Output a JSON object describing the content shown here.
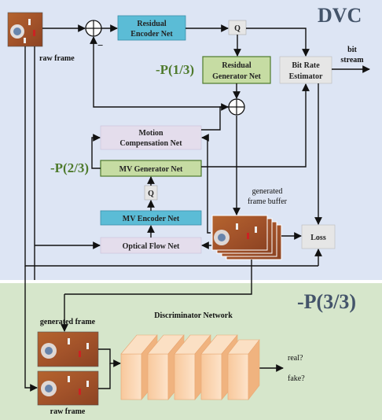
{
  "title_top": "DVC",
  "title_bottom": "-P(3/3)",
  "labels": {
    "raw_frame_top": "raw frame",
    "raw_frame_bottom": "raw frame",
    "generated_frame": "generated frame",
    "generated_frame_buffer_1": "generated",
    "generated_frame_buffer_2": "frame buffer",
    "bit_stream_1": "bit",
    "bit_stream_2": "stream",
    "minus_sign": "−",
    "real": "real?",
    "fake": "fake?",
    "discriminator_network": "Discriminator Network"
  },
  "p_labels": {
    "p1": "-P(1/3)",
    "p2": "-P(2/3)"
  },
  "boxes": {
    "residual_encoder": [
      "Residual",
      "Encoder Net"
    ],
    "residual_generator": [
      "Residual",
      "Generator Net"
    ],
    "bit_rate_estimator": [
      "Bit Rate",
      "Estimator"
    ],
    "motion_compensation": [
      "Motion",
      "Compensation Net"
    ],
    "mv_generator": [
      "MV Generator Net"
    ],
    "mv_encoder": [
      "MV Encoder Net"
    ],
    "optical_flow": [
      "Optical Flow Net"
    ],
    "loss": [
      "Loss"
    ],
    "q_top": [
      "Q"
    ],
    "q_mid": [
      "Q"
    ]
  },
  "colors": {
    "top_panel": "#dde5f4",
    "bottom_panel": "#d6e6cb",
    "encoder_cyan": "#5bbcd6",
    "generator_green": "#c6dca3",
    "generator_border": "#4e7a2c",
    "motion_lavender": "#e4ddec",
    "estimator_grey": "#e6e6e6",
    "disc_block": "#fad6b4",
    "title_dark": "#44546a",
    "p_green": "#4e7a2c"
  }
}
